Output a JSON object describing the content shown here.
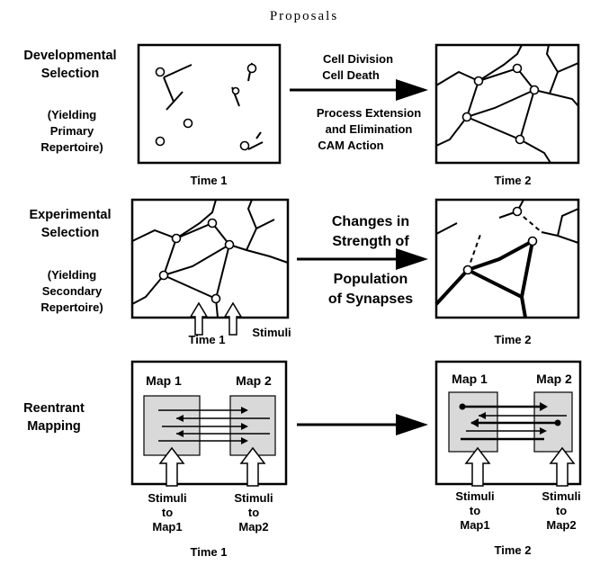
{
  "title": "Proposals",
  "rows": [
    {
      "label_lines": [
        "Developmental",
        "Selection"
      ],
      "sub_lines": [
        "(Yielding",
        "Primary",
        "Repertoire)"
      ],
      "middle_lines": [
        "Cell Division",
        "Cell Death",
        "Process Extension",
        "and Elimination",
        "CAM Action"
      ],
      "time_left": "Time 1",
      "time_right": "Time 2"
    },
    {
      "label_lines": [
        "Experimental",
        "Selection"
      ],
      "sub_lines": [
        "(Yielding",
        "Secondary",
        "Repertoire)"
      ],
      "middle_lines": [
        "Changes in",
        "Strength of",
        "Population",
        "of Synapses"
      ],
      "time_left": "Time 1",
      "stimuli": "Stimuli",
      "time_right": "Time 2"
    },
    {
      "label_lines": [
        "Reentrant",
        "Mapping"
      ],
      "map1": "Map 1",
      "map2": "Map 2",
      "stim_map1": [
        "Stimuli",
        "to",
        "Map1"
      ],
      "stim_map2": [
        "Stimuli",
        "to",
        "Map2"
      ],
      "time_left": "Time 1",
      "time_right": "Time 2"
    }
  ]
}
